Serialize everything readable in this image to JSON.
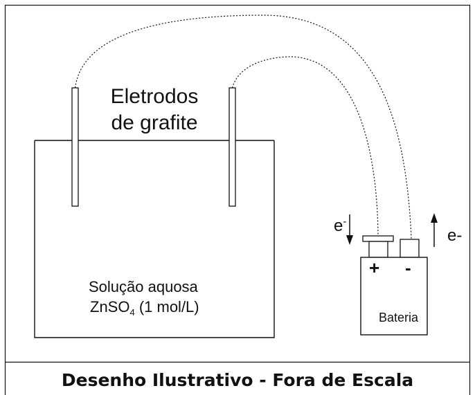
{
  "labels": {
    "electrodes_line1": "Eletrodos",
    "electrodes_line2": "de grafite",
    "solution_line1": "Solução aquosa",
    "solution_formula_main": "ZnSO",
    "solution_formula_sub": "4",
    "solution_formula_rest": " (1 mol/L)",
    "battery": "Bateria",
    "battery_plus": "+",
    "battery_minus": "-",
    "electron_left": "e",
    "electron_left_charge": "-",
    "electron_right": "e-"
  },
  "caption": "Desenho Ilustrativo - Fora de Escala",
  "colors": {
    "line": "#111111",
    "background": "#ffffff"
  }
}
